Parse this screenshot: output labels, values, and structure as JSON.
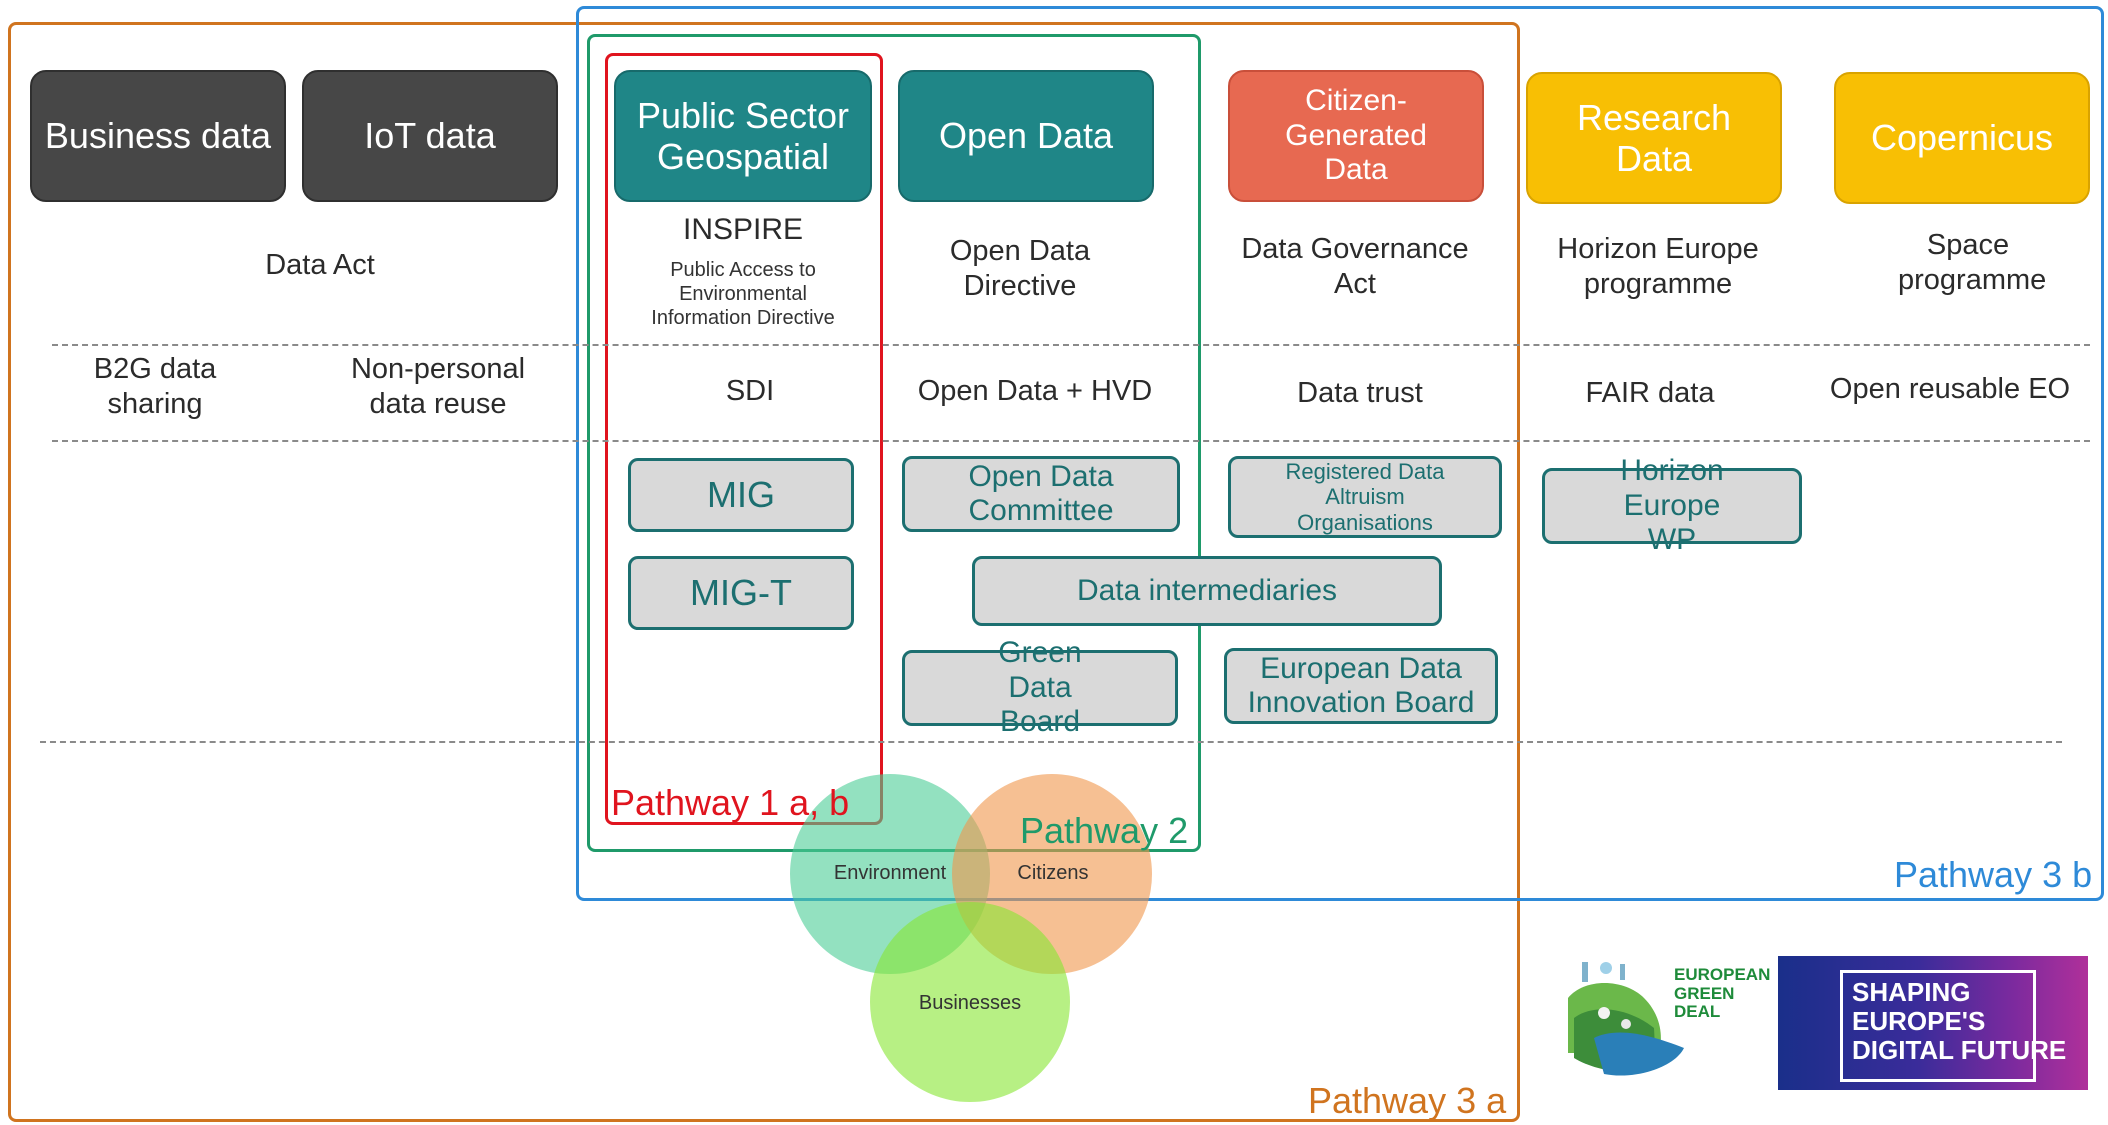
{
  "colors": {
    "dark_box": "#474747",
    "teal_box": "#1f8687",
    "citizen_box": "#e76951",
    "yellow_box": "#f8bf04",
    "grey_box": "#d9d9d9",
    "pathway_1": "#e0141e",
    "pathway_2": "#1f9a6a",
    "pathway_3a": "#d0741f",
    "pathway_3b": "#2e8ad8"
  },
  "data_types": {
    "business": "Business data",
    "iot": "IoT data",
    "public_sector": "Public Sector Geospatial",
    "open_data": "Open Data",
    "citizen": "Citizen-Generated Data",
    "research": "Research Data",
    "copernicus": "Copernicus"
  },
  "legislation": {
    "data_act": "Data Act",
    "inspire_title": "INSPIRE",
    "inspire_sub": "Public Access to Environmental Information Directive",
    "open_data_directive": "Open Data Directive",
    "data_governance": "Data Governance Act",
    "horizon": "Horizon Europe programme",
    "space": "Space programme"
  },
  "concepts": {
    "b2g": "B2G data sharing",
    "nonpersonal": "Non-personal data reuse",
    "sdi": "SDI",
    "open_hvd": "Open Data + HVD",
    "trust": "Data trust",
    "fair": "FAIR data",
    "eo": "Open reusable EO"
  },
  "bodies": {
    "mig": "MIG",
    "mig_t": "MIG-T",
    "odc": "Open Data Committee",
    "rdao": "Registered Data Altruism Organisations",
    "intermediaries": "Data intermediaries",
    "gdb": "Green Data Board",
    "edib": "European Data Innovation Board",
    "hewp": "Horizon Europe WP"
  },
  "pathways": {
    "p1": "Pathway 1 a, b",
    "p2": "Pathway 2",
    "p3a": "Pathway 3 a",
    "p3b": "Pathway 3 b"
  },
  "venn": {
    "environment": "Environment",
    "citizens": "Citizens",
    "businesses": "Businesses"
  },
  "logos": {
    "green_deal": "EUROPEAN GREEN DEAL",
    "digital": "SHAPING EUROPE'S DIGITAL FUTURE"
  }
}
